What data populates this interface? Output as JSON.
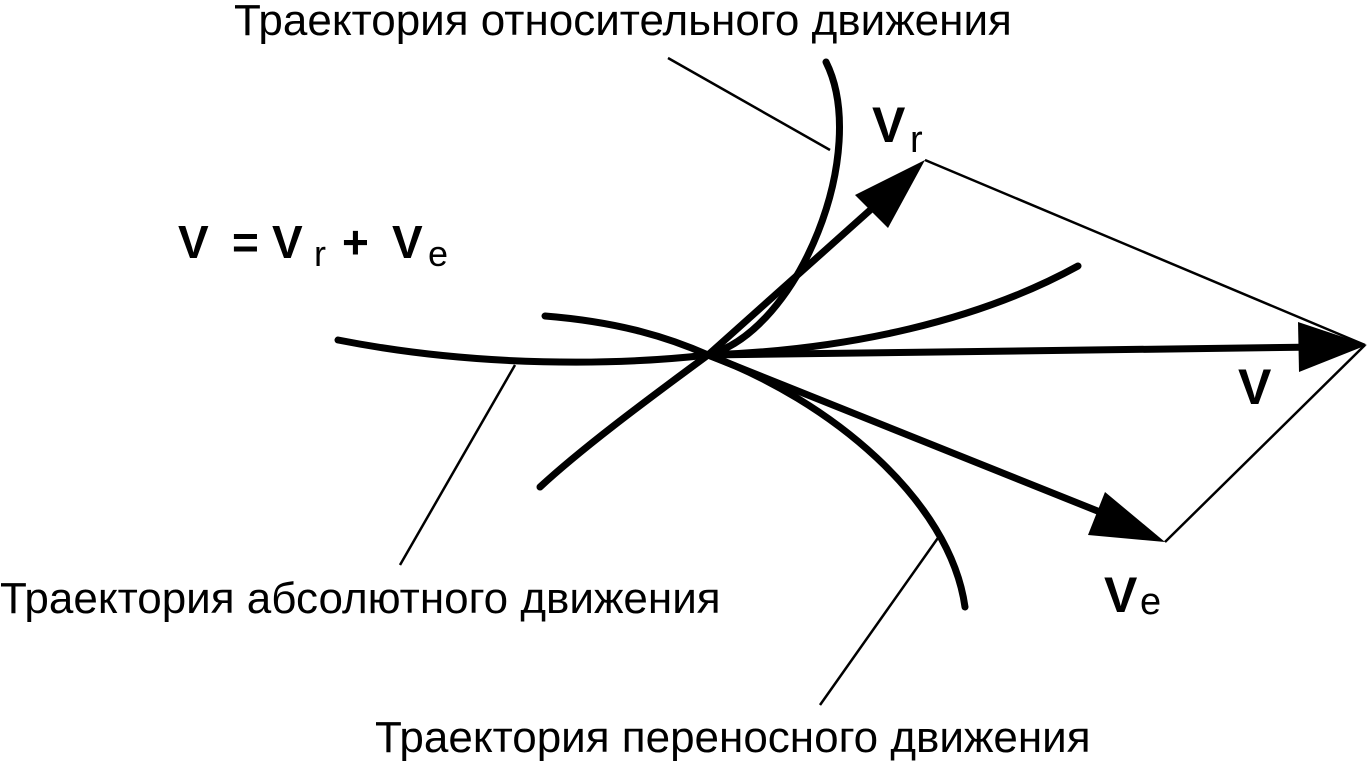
{
  "labels": {
    "relative_trajectory": "Траектория относительного движения",
    "absolute_trajectory": "Траектория абсолютного движения",
    "transport_trajectory": "Траектория переносного движения"
  },
  "formula": {
    "v": "V",
    "equals": "=",
    "vr": "V",
    "vr_sub": "r",
    "plus": "+",
    "ve": "V",
    "ve_sub": "e"
  },
  "vectors": {
    "v": "V",
    "vr": "V",
    "vr_sub": "r",
    "ve": "V",
    "ve_sub": "e"
  },
  "colors": {
    "ink": "#000000",
    "background": "#ffffff"
  }
}
